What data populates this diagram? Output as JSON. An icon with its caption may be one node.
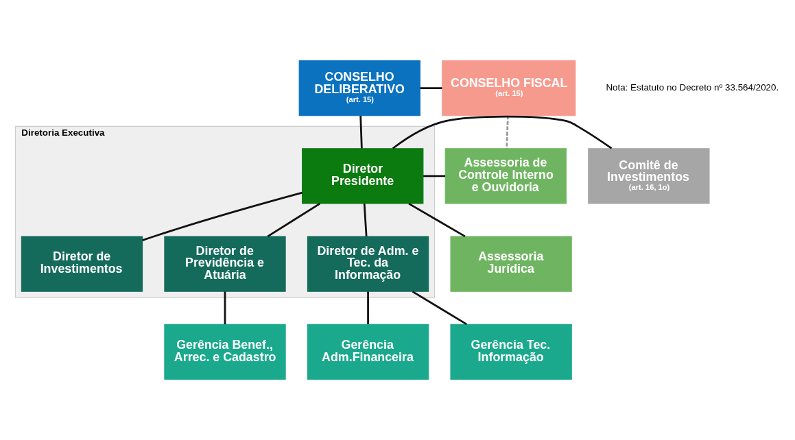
{
  "diagram": {
    "nodes": [
      {
        "text": [
          "CONSELHO DELIBERATIVO",
          "(art. 15)"
        ]
      },
      {
        "text": [
          "CONSELHO FISCAL",
          "(art. 15)"
        ]
      },
      {
        "text": [
          "Comitê de Investimentos",
          "(art. 16, 1o)"
        ]
      },
      {
        "text": [
          "Diretoria Executiva"
        ]
      },
      {
        "text": [
          "Diretor Presidente"
        ],
        "in": 3
      },
      {
        "text": [
          "Diretor de Investimentos"
        ],
        "in": 3
      },
      {
        "text": [
          "Diretor de Previdência e Atuária"
        ],
        "in": 3
      },
      {
        "text": [
          "Diretor de Adm. e Tec. da Informação"
        ],
        "in": 3
      },
      {
        "text": [
          "Assessoria de Controle Interno e Ouvidoria"
        ]
      },
      {
        "text": [
          "Assessoria Jurídica"
        ]
      },
      {
        "text": [
          "Gerência Benef., Arrec. e Cadastro"
        ]
      },
      {
        "text": [
          "Gerência Adm.Financeira"
        ]
      },
      {
        "text": [
          "Gerência Tec. Informação"
        ]
      }
    ],
    "edges": [
      {
        "from": 0,
        "to": 1,
        "arrow": "none"
      },
      {
        "from": 0,
        "to": 4,
        "arrow": "none"
      },
      {
        "from": 1,
        "to": 8,
        "arrow": "none",
        "style": "dashed",
        "color": "#999999"
      },
      {
        "from": 2,
        "to": 4,
        "arrow": "none"
      },
      {
        "from": 4,
        "to": 8,
        "arrow": "none"
      },
      {
        "from": 4,
        "to": 9,
        "arrow": "none"
      },
      {
        "from": 4,
        "to": 5,
        "arrow": "none"
      },
      {
        "from": 4,
        "to": 6,
        "arrow": "none"
      },
      {
        "from": 4,
        "to": 7,
        "arrow": "none"
      },
      {
        "from": 6,
        "to": 10,
        "arrow": "none"
      },
      {
        "from": 7,
        "to": 11,
        "arrow": "none"
      },
      {
        "from": 7,
        "to": 12,
        "arrow": "none"
      }
    ],
    "labels": [
      "Nota: Estatuto no Decreto nº 33.564/2020."
    ]
  }
}
